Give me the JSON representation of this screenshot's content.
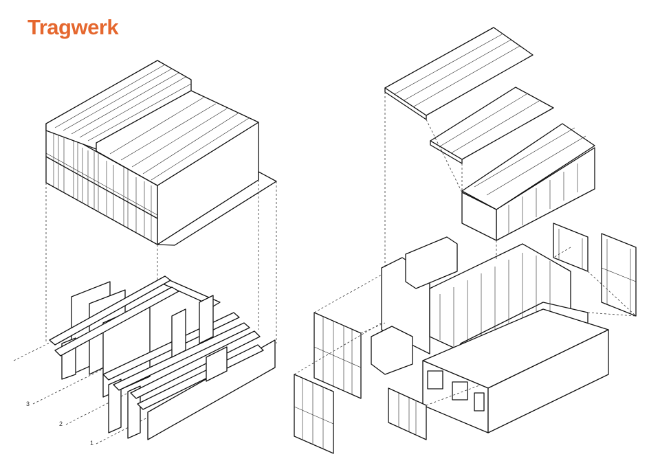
{
  "title": "Tragwerk",
  "accent_color": "#e5672e",
  "axis_labels": [
    "3",
    "2",
    "1"
  ]
}
